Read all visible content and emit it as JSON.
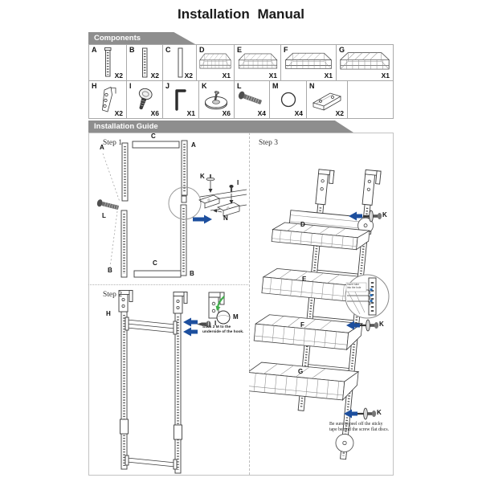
{
  "title": "Installation  Manual",
  "banners": {
    "components": "Components",
    "guide": "Installation Guide"
  },
  "components": {
    "row1": [
      {
        "id": "A",
        "qty": "X2",
        "icon": "rail-holes-icon"
      },
      {
        "id": "B",
        "qty": "X2",
        "icon": "rail-holes-icon"
      },
      {
        "id": "C",
        "qty": "X2",
        "icon": "rail-plain-icon"
      },
      {
        "id": "D",
        "qty": "X1",
        "icon": "wire-basket-icon"
      },
      {
        "id": "E",
        "qty": "X1",
        "icon": "wire-basket-icon"
      },
      {
        "id": "F",
        "qty": "X1",
        "icon": "wire-basket-icon"
      },
      {
        "id": "G",
        "qty": "X1",
        "icon": "wire-basket-icon"
      }
    ],
    "row2": [
      {
        "id": "H",
        "qty": "X2",
        "icon": "door-hook-icon"
      },
      {
        "id": "I",
        "qty": "X6",
        "icon": "screw-icon"
      },
      {
        "id": "J",
        "qty": "X1",
        "icon": "allen-key-icon"
      },
      {
        "id": "K",
        "qty": "X6",
        "icon": "disc-screw-icon"
      },
      {
        "id": "L",
        "qty": "X4",
        "icon": "bolt-icon"
      },
      {
        "id": "M",
        "qty": "X4",
        "icon": "ring-icon"
      },
      {
        "id": "N",
        "qty": "X2",
        "icon": "bracket-icon"
      }
    ]
  },
  "steps": {
    "step1": {
      "label": "Step 1",
      "parts": {
        "c_top": "C",
        "a_left": "A",
        "a_right": "A",
        "l": "L",
        "k": "K",
        "i": "I",
        "n": "N",
        "b_left": "B",
        "c_bottom": "C",
        "b_right": "B"
      }
    },
    "step2": {
      "label": "Step 2",
      "parts": {
        "h": "H",
        "i": "I",
        "m": "M"
      },
      "note": {
        "line1": "Stick 2 M to the",
        "line2": "underside of the hook."
      }
    },
    "step3": {
      "label": "Step 3",
      "parts": {
        "d": "D",
        "e": "E",
        "f": "F",
        "g": "G",
        "k1": "K",
        "k2": "K",
        "k3": "K"
      },
      "detail_note": {
        "line1": "Insert tube",
        "line2": "into the hole"
      },
      "note": {
        "line1": "Be sure to peel off the sticky",
        "line2": "tape behind the screw flat discs."
      }
    }
  },
  "colors": {
    "accent_blue": "#1d4f9e",
    "accent_green": "#3fae4a",
    "banner_gray": "#8e8e8e"
  }
}
